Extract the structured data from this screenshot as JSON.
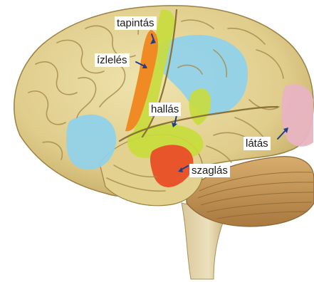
{
  "labels": {
    "tapintas": "tapintás",
    "izleles": "ízlelés",
    "hallas": "hallás",
    "szaglas": "szaglás",
    "latas": "látás"
  },
  "colors": {
    "cortex": "#e6d79c",
    "gyrus_shadow": "#b39a55",
    "touch_area": "#f08a24",
    "association_area": "#8fd1ec",
    "auditory_area": "#c8dc3c",
    "olfactory_area": "#e8552a",
    "visual_area": "#e8b4c2",
    "cerebellum": "#c99b5a",
    "arrow": "#1f3f8a"
  }
}
